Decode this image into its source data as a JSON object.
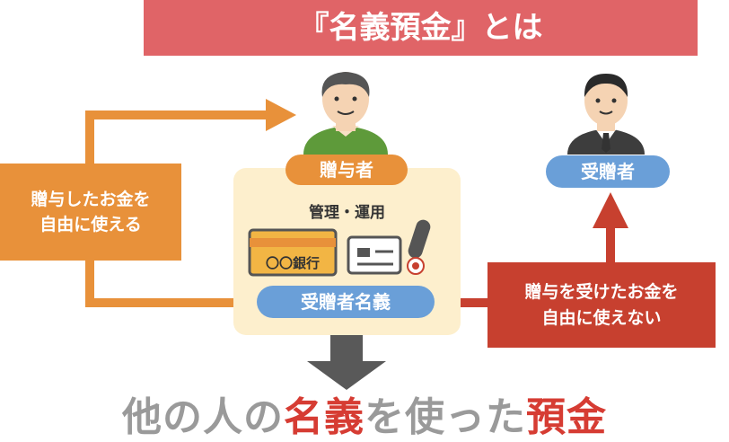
{
  "title": "『名義預金』とは",
  "giver_label": "贈与者",
  "receiver_label": "受贈者",
  "management_label": "管理・運用",
  "bankbook_label": "〇〇銀行",
  "account_name_label": "受贈者名義",
  "giver_note": {
    "line1": "贈与したお金を",
    "line2": "自由に使える"
  },
  "receiver_note": {
    "line1": "贈与を受けたお金を",
    "line2": "自由に使えない"
  },
  "conclusion": {
    "part1": "他の人の",
    "part2": "名義",
    "part3": "を使った",
    "part4": "預金"
  },
  "colors": {
    "title_bg": "#e06467",
    "orange": "#e8913a",
    "blue": "#6a9fd8",
    "red": "#c7402f",
    "beige": "#fdefcd",
    "gray_text": "#9a9a9a"
  }
}
